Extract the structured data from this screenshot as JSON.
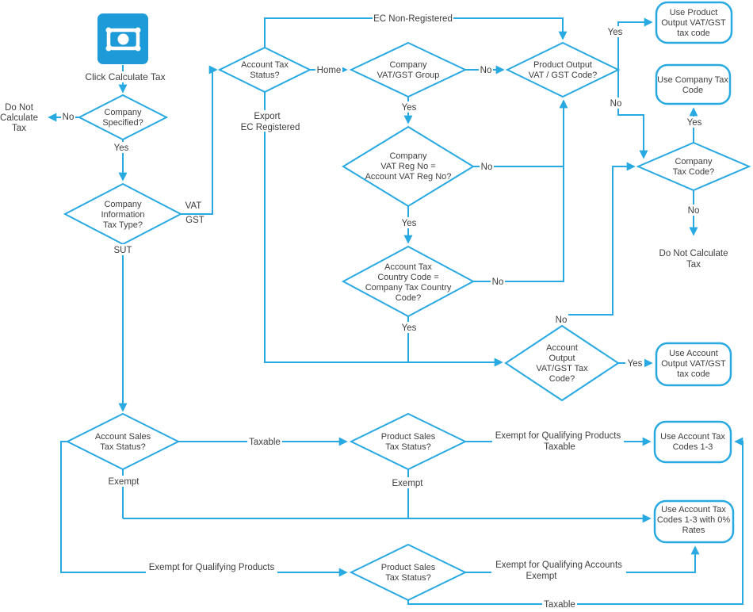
{
  "colors": {
    "line": "#29A9E1",
    "icon_fill": "#1D9BD8",
    "text": "#3E3E3E"
  },
  "icons": {
    "start": "money-bill-icon"
  },
  "start": {
    "label": "Click Calculate Tax"
  },
  "nodes": {
    "company_specified": [
      "Company",
      "Specified?"
    ],
    "company_info_tax_type": [
      "Company",
      "Information",
      "Tax Type?"
    ],
    "account_tax_status": [
      "Account Tax",
      "Status?"
    ],
    "company_vatgst_group": [
      "Company",
      "VAT/GST Group"
    ],
    "product_output_code": [
      "Product Output",
      "VAT / GST Code?"
    ],
    "company_vat_reg": [
      "Company",
      "VAT Reg No =",
      "Account VAT Reg No?"
    ],
    "account_tax_country": [
      "Account Tax",
      "Country Code =",
      "Company Tax Country",
      "Code?"
    ],
    "account_output_code": [
      "Account",
      "Output",
      "VAT/GST Tax",
      "Code?"
    ],
    "company_tax_code": [
      "Company",
      "Tax Code?"
    ],
    "account_sales_status": [
      "Account Sales",
      "Tax Status?"
    ],
    "product_sales_status_1": [
      "Product Sales",
      "Tax Status?"
    ],
    "product_sales_status_2": [
      "Product Sales",
      "Tax Status?"
    ]
  },
  "terminals": {
    "use_product_output": [
      "Use Product",
      "Output VAT/GST",
      "tax code"
    ],
    "use_company_tax": [
      "Use Company Tax",
      "Code"
    ],
    "use_account_output": [
      "Use Account",
      "Output VAT/GST",
      "tax code"
    ],
    "use_account_codes": [
      "Use Account Tax",
      "Codes 1-3"
    ],
    "use_account_codes_zero": [
      "Use Account Tax",
      "Codes 1-3 with 0%",
      "Rates"
    ]
  },
  "ends": {
    "do_not_calculate_left": [
      "Do Not",
      "Calculate",
      "Tax"
    ],
    "do_not_calculate_right": [
      "Do Not Calculate",
      "Tax"
    ]
  },
  "edge_labels": {
    "yes": "Yes",
    "no": "No",
    "vat": "VAT",
    "gst": "GST",
    "sut": "SUT",
    "home": "Home",
    "export": "Export",
    "ec_registered": "EC Registered",
    "ec_non_registered": "EC Non-Registered",
    "taxable": "Taxable",
    "exempt": "Exempt",
    "exempt_qualifying_products": "Exempt for Qualifying Products",
    "exempt_qualifying_accounts": "Exempt for Qualifying Accounts"
  }
}
